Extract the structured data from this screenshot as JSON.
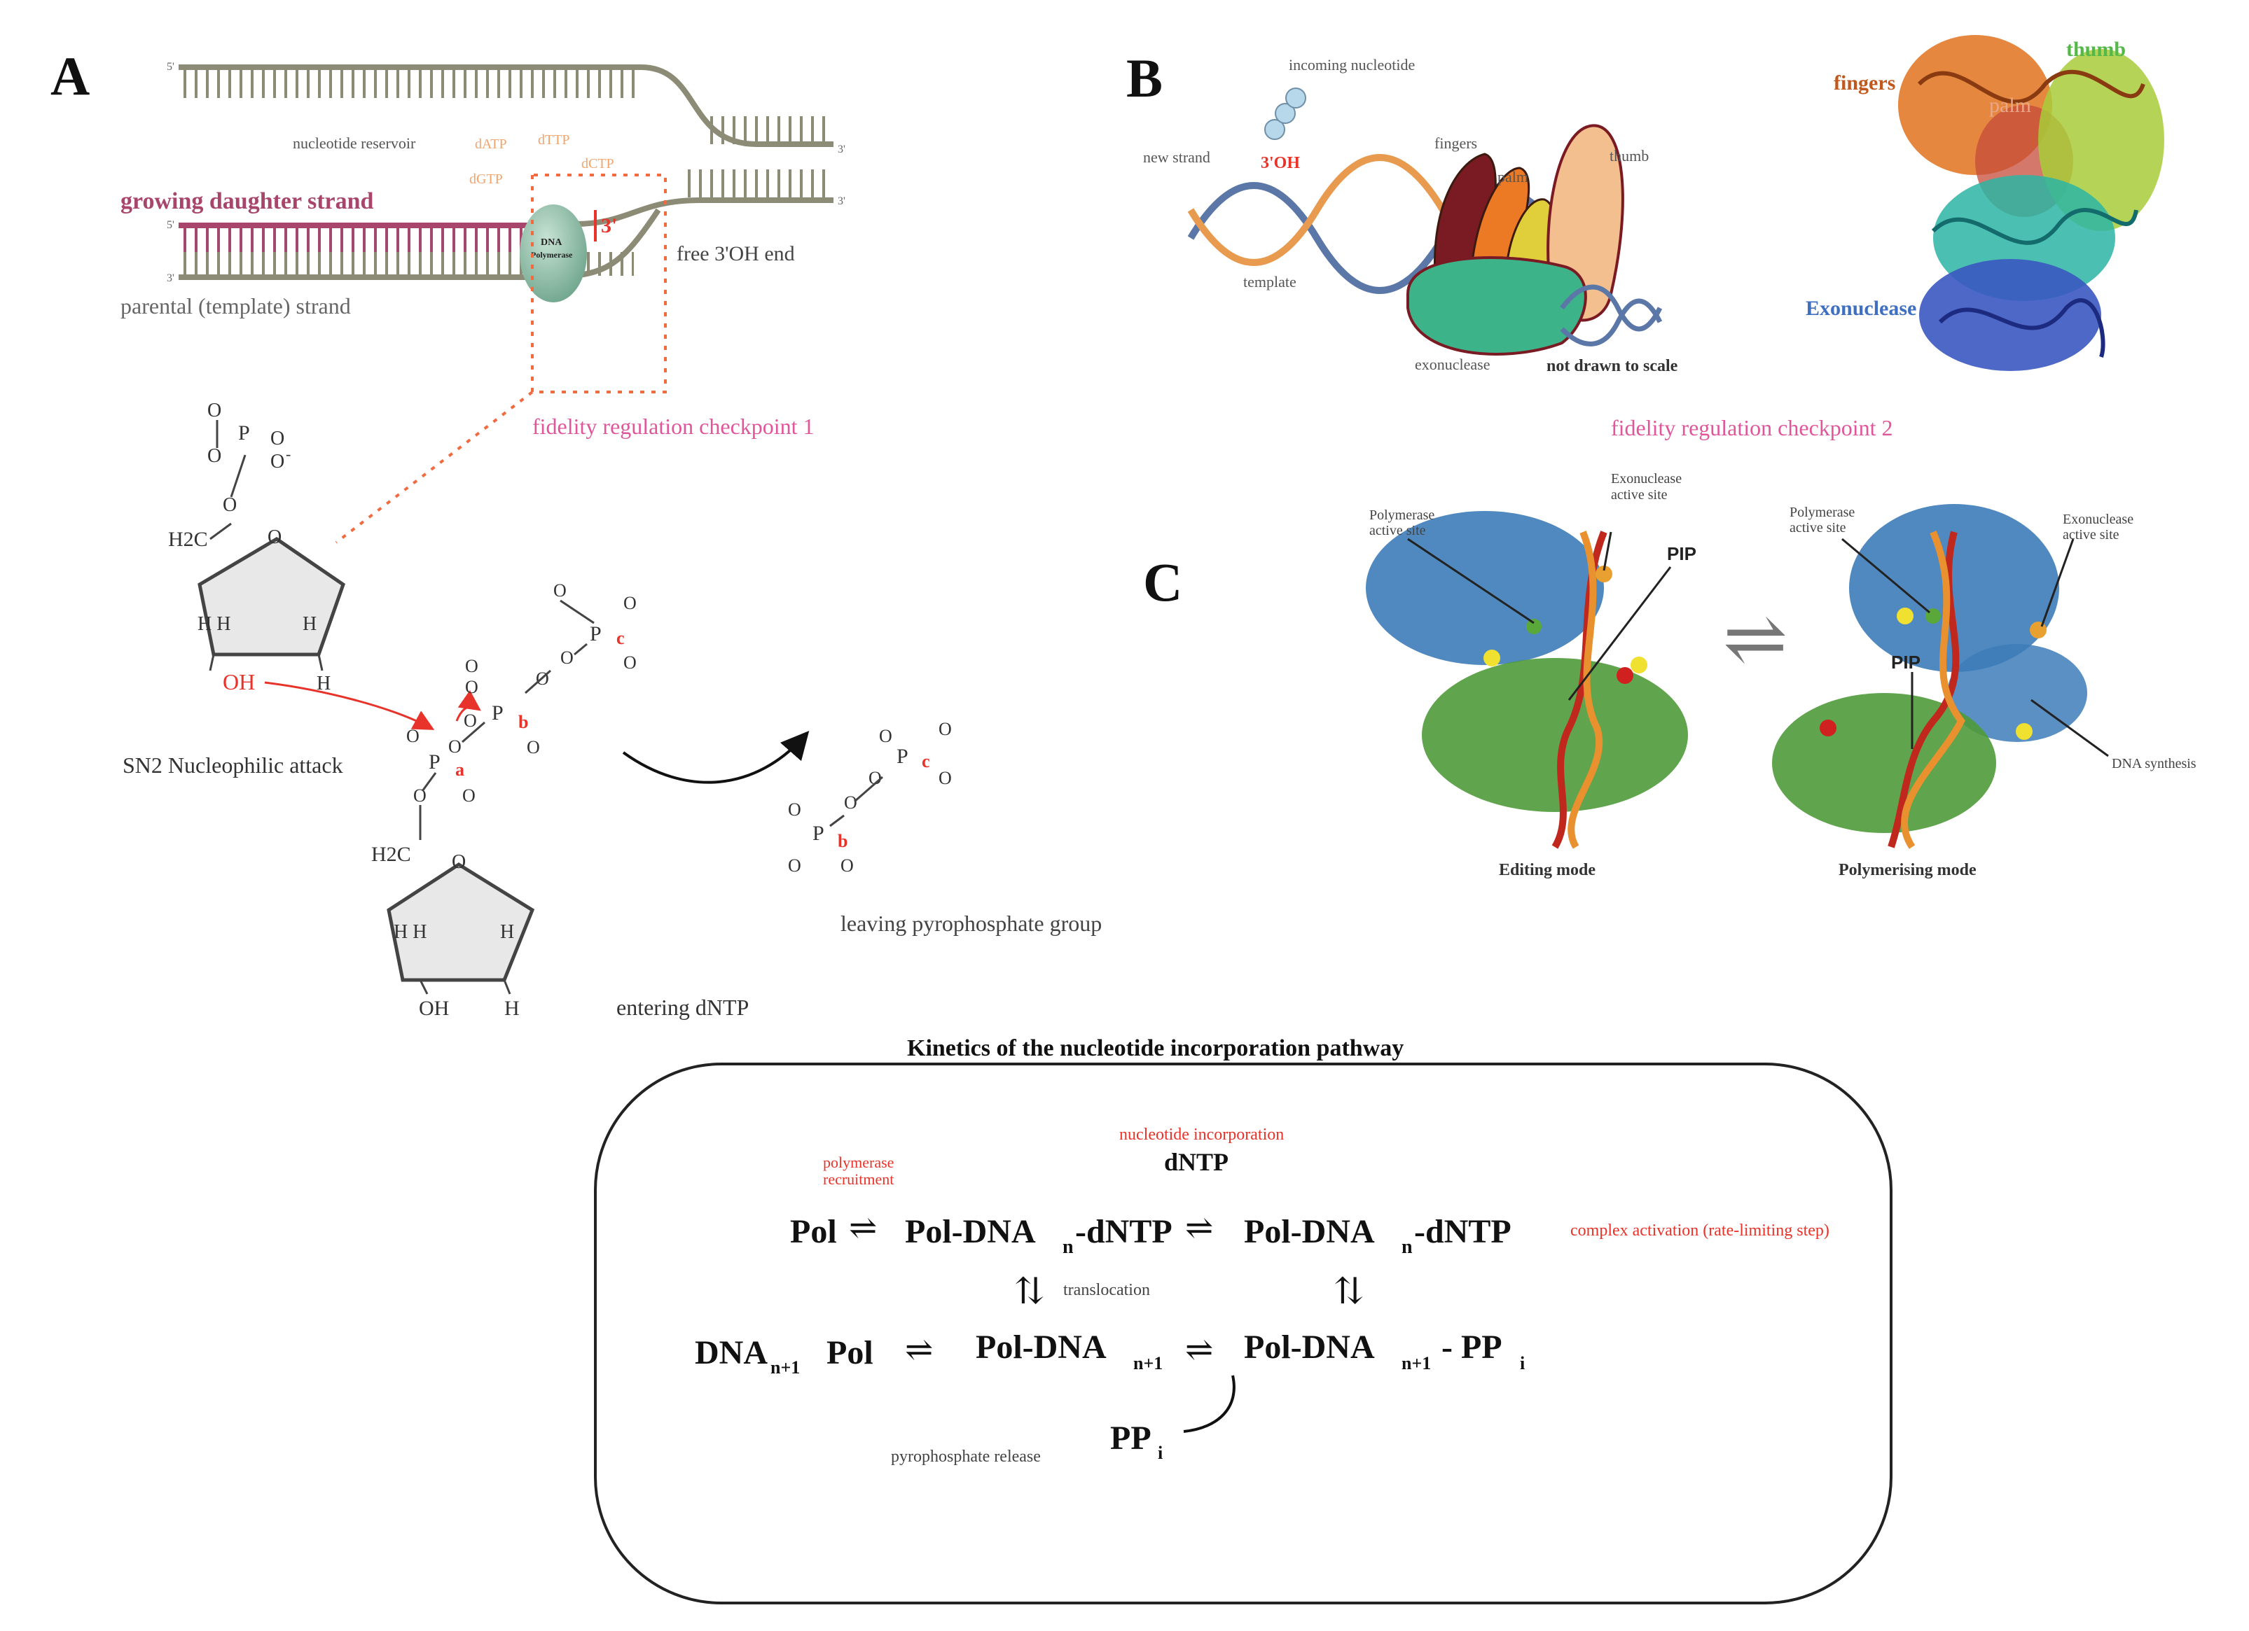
{
  "colors": {
    "dna_strand": "#8c8c76",
    "daughter_strand": "#a8456b",
    "polymerase": "#8ebda7",
    "checkpoint_pink": "#e0569a",
    "dntp_orange": "#f3a46b",
    "reaction_red": "#e8332a",
    "label_gray": "#555555",
    "kinetics_red": "#e8332a",
    "fingers": "#b9531c",
    "thumb_green": "#54b848",
    "exonuclease_blue": "#3f6fc0",
    "helix_blue": "#5a77a8",
    "helix_orange": "#e89a4e",
    "exo_domain": "#3db38a",
    "thumb_domain": "#f4bf8e",
    "palm_yellow": "#e0cf3a",
    "protein_blue": "#3d7cb8",
    "protein_green": "#4f9a3a"
  },
  "panels": {
    "a": {
      "letter": "A"
    },
    "b": {
      "letter": "B"
    },
    "c": {
      "letter": "C"
    }
  },
  "replication": {
    "prime5_top": "5'",
    "prime3_right_top": "3'",
    "prime3_right_mid": "3'",
    "prime5_left_mid": "5'",
    "prime3_left_bottom": "3'",
    "reservoir": "nucleotide reservoir",
    "datp": "dATP",
    "dttp": "dTTP",
    "dgtp": "dGTP",
    "dctp": "dCTP",
    "growing": "growing daughter strand",
    "parental": "parental (template) strand",
    "free_end": "free 3'OH end",
    "pol_label_1": "DNA",
    "pol_label_2": "Polymerase",
    "three_prime": "3'",
    "checkpoint1": "fidelity regulation checkpoint 1"
  },
  "chem": {
    "o": "O",
    "o_minus": "O",
    "minus": "-",
    "p": "P",
    "h2c": "H2C",
    "h": "H",
    "hh": "H H",
    "oh": "OH",
    "alpha": "a",
    "beta": "b",
    "gamma": "c",
    "sn2": "SN2 Nucleophilic attack",
    "entering": "entering dNTP",
    "leaving": "leaving pyrophosphate  group"
  },
  "panel_b": {
    "incoming": "incoming nucleotide",
    "three_oh": "3'OH",
    "new_strand": "new strand",
    "template": "template",
    "fingers": "fingers",
    "palm": "palm",
    "thumb": "thumb",
    "exonuclease": "exonuclease",
    "scale": "not drawn to scale",
    "struct_fingers": "fingers",
    "struct_palm": "palm",
    "struct_thumb": "thumb",
    "struct_exo": "Exonuclease",
    "checkpoint2": "fidelity regulation checkpoint 2"
  },
  "panel_c": {
    "exo_site_1": "Exonuclease",
    "exo_site_2": "active site",
    "pol_site_1": "Polymerase",
    "pol_site_2": "active site",
    "pip": "PIP",
    "editing": "Editing mode",
    "polymerising": "Polymerising mode",
    "dna_synthesis": "DNA synthesis"
  },
  "kinetics": {
    "title": "Kinetics  of  the nucleotide incorporation pathway",
    "recruitment_1": "polymerase",
    "recruitment_2": "recruitment",
    "incorporation": "nucleotide incorporation",
    "dntp": "dNTP",
    "pol": "Pol",
    "pol_dna": "Pol-DNA",
    "sub_n": "n",
    "dntp_suffix": "-dNTP",
    "activation": "complex activation (rate-limiting step)",
    "translocation": "translocation",
    "dna": "DNA",
    "sub_n1": "n+1",
    "pol_word": "Pol",
    "pp_suffix": "- PP",
    "sub_i": "i",
    "pp": "PP",
    "release": "pyrophosphate release",
    "eq": "⇌",
    "eq_v": "⇅"
  }
}
